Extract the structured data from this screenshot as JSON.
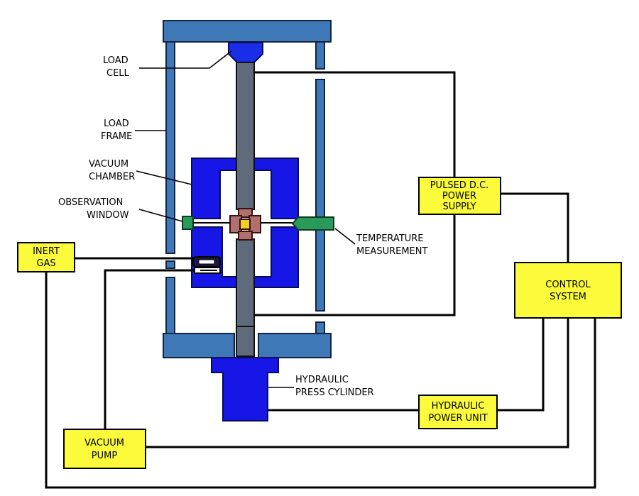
{
  "labels": {
    "load_cell": [
      "LOAD",
      "CELL"
    ],
    "load_frame": [
      "LOAD",
      "FRAME"
    ],
    "vacuum_chamber": [
      "VACUUM",
      "CHAMBER"
    ],
    "observation_window": [
      "OBSERVATION",
      "WINDOW"
    ],
    "temperature_measurement": [
      "TEMPERATURE",
      "MEASUREMENT"
    ],
    "hydraulic_press_cylinder": [
      "HYDRAULIC",
      "PRESS CYLINDER"
    ]
  },
  "boxes": {
    "inert_gas": [
      "INERT",
      "GAS"
    ],
    "pulsed_dc_power_supply": [
      "PULSED D.C.",
      "POWER",
      "SUPPLY"
    ],
    "control_system": [
      "CONTROL",
      "SYSTEM"
    ],
    "hydraulic_power_unit": [
      "HYDRAULIC",
      "POWER UNIT"
    ],
    "vacuum_pump": [
      "VACUUM",
      "PUMP"
    ]
  },
  "colors": {
    "frame": "#3f78b7",
    "chamber": "#1616e6",
    "rod": "#5f6b7b",
    "sample": "#b07070",
    "sample_core": "#f0d020",
    "sensor": "#2a9a5a",
    "box": "#fbfb3b"
  }
}
